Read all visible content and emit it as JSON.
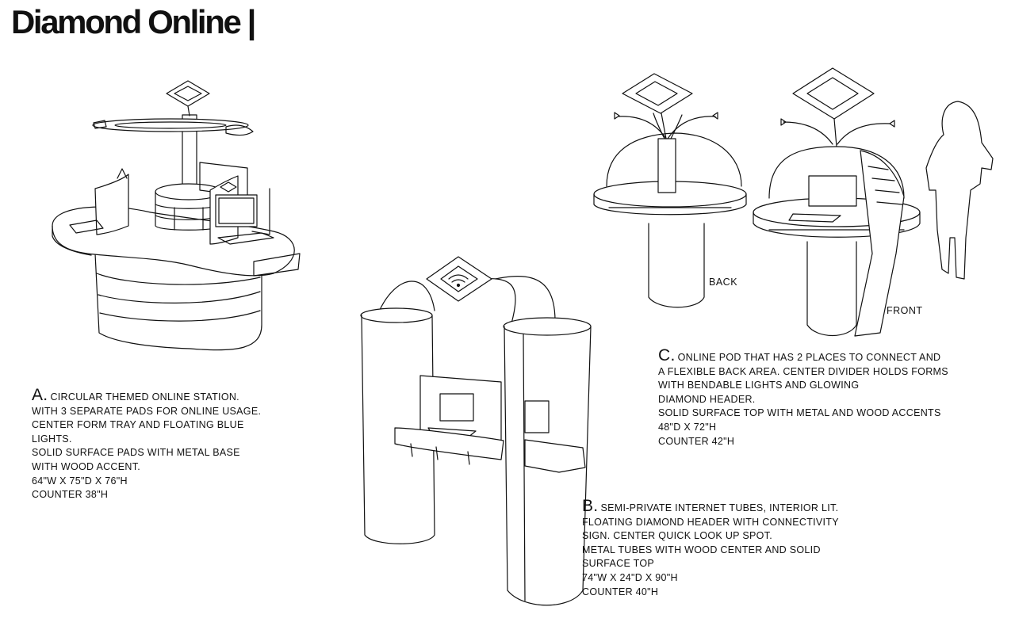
{
  "header": {
    "title": "Diamond Online |"
  },
  "stations": {
    "a": {
      "letter": "A.",
      "lines": [
        "circular themed online station.",
        "with 3 separate pads for online usage.",
        "center form tray and floating blue",
        "lights.",
        "solid surface pads with metal base",
        "with wood accent.",
        "64\"W x 75\"D x 76\"H",
        "counter 38\"H"
      ],
      "first_line_suffix": " circular themed online station."
    },
    "b": {
      "letter": "B.",
      "lines": [
        "semi-private internet tubes, interior lit.",
        "floating diamond header with connectivity",
        "sign.  center quick look up spot.",
        "metal tubes with wood center and solid",
        "surface top",
        "74\"W x 24\"D x 90\"H",
        "counter 40\"H"
      ]
    },
    "c": {
      "letter": "C.",
      "lines": [
        "online pod that has 2 places to connect and",
        "a flexible back area. center divider holds forms",
        "with bendable lights and glowing",
        "diamond header.",
        "solid surface top with metal and wood accents",
        "48\"D x 72\"H",
        "counter 42\"H"
      ],
      "view_labels": {
        "back": "BACK",
        "front": "FRONT"
      }
    }
  },
  "colors": {
    "ink": "#111111",
    "paper": "#ffffff"
  }
}
